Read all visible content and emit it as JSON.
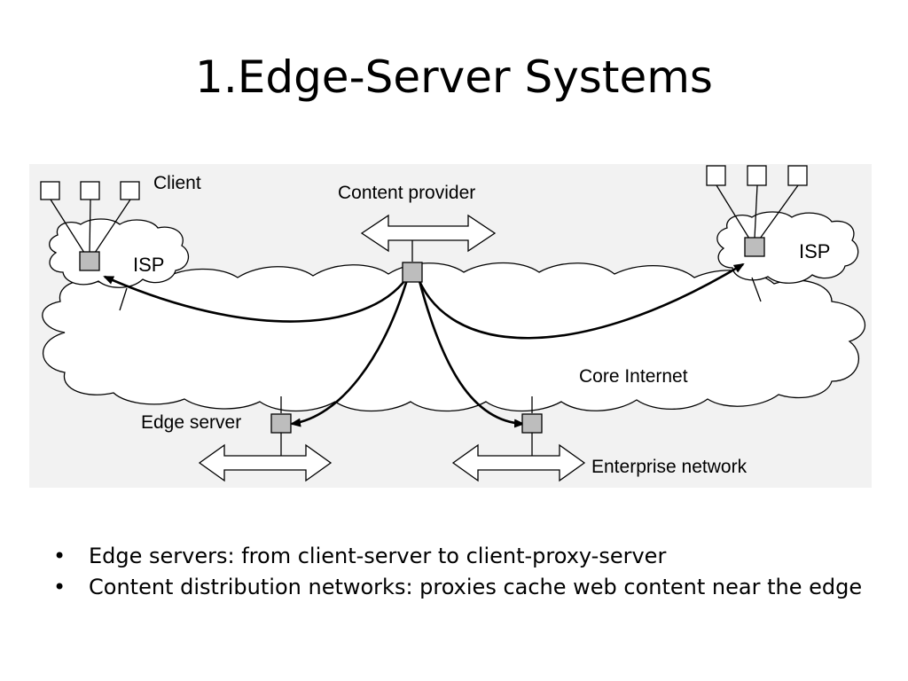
{
  "slide": {
    "title": "1.Edge-Server Systems"
  },
  "diagram": {
    "labels": {
      "client": "Client",
      "content_provider": "Content provider",
      "isp_left": "ISP",
      "isp_right": "ISP",
      "core_internet": "Core Internet",
      "edge_server": "Edge server",
      "enterprise_network": "Enterprise network"
    }
  },
  "bullets": [
    {
      "marker": "•",
      "text": "Edge servers: from client-server to client-proxy-server"
    },
    {
      "marker": "•",
      "text": "Content distribution networks: proxies cache web content near the edge"
    }
  ]
}
